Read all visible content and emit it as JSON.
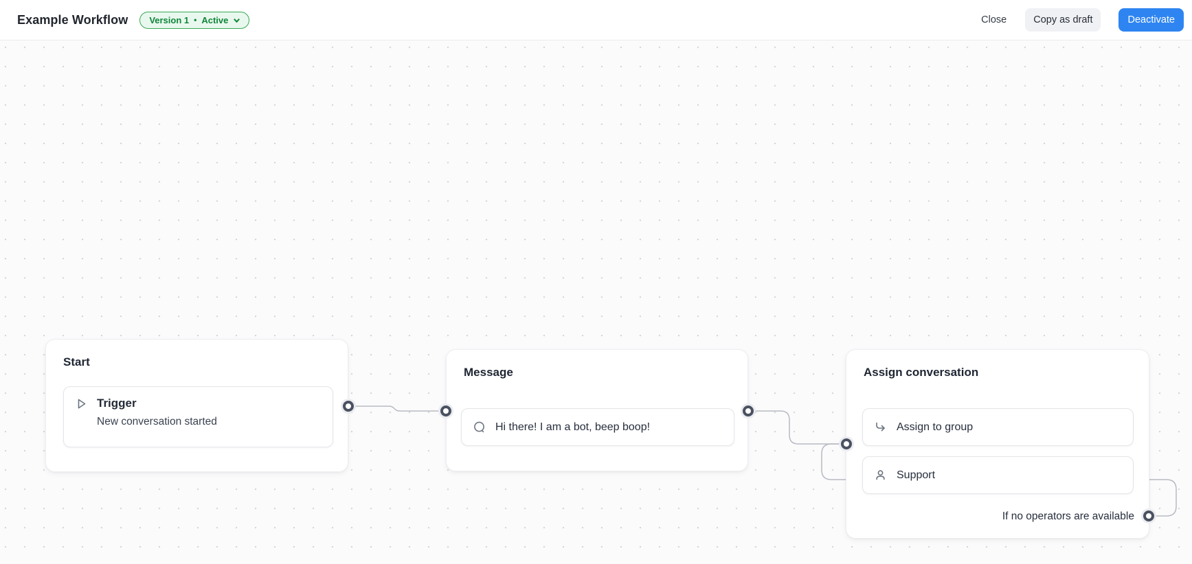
{
  "header": {
    "title": "Example Workflow",
    "version_badge": {
      "version": "Version 1",
      "separator": "•",
      "status": "Active",
      "chevron_icon": "chevron-down-icon"
    },
    "close_label": "Close",
    "copy_as_draft_label": "Copy as draft",
    "deactivate_label": "Deactivate"
  },
  "canvas": {
    "nodes": [
      {
        "title": "Start",
        "items": [
          {
            "icon": "play-icon",
            "title": "Trigger",
            "subtitle": "New conversation started"
          }
        ]
      },
      {
        "title": "Message",
        "items": [
          {
            "icon": "chat-bubble-icon",
            "text": "Hi there! I am a bot, beep boop!"
          }
        ]
      },
      {
        "title": "Assign conversation",
        "items": [
          {
            "icon": "corner-right-arrow-icon",
            "text": "Assign to group"
          },
          {
            "icon": "user-icon",
            "text": "Support"
          }
        ],
        "footer_label": "If no operators are available"
      }
    ]
  },
  "colors": {
    "accent_blue": "#2e85f1",
    "badge_text_green": "#0e8639",
    "badge_border_green": "#35a853",
    "badge_bg_green": "#e9f8ee",
    "connector_gray": "#b7bac2",
    "port_ring": "#4a5160",
    "canvas_bg": "#fbfbfc"
  }
}
